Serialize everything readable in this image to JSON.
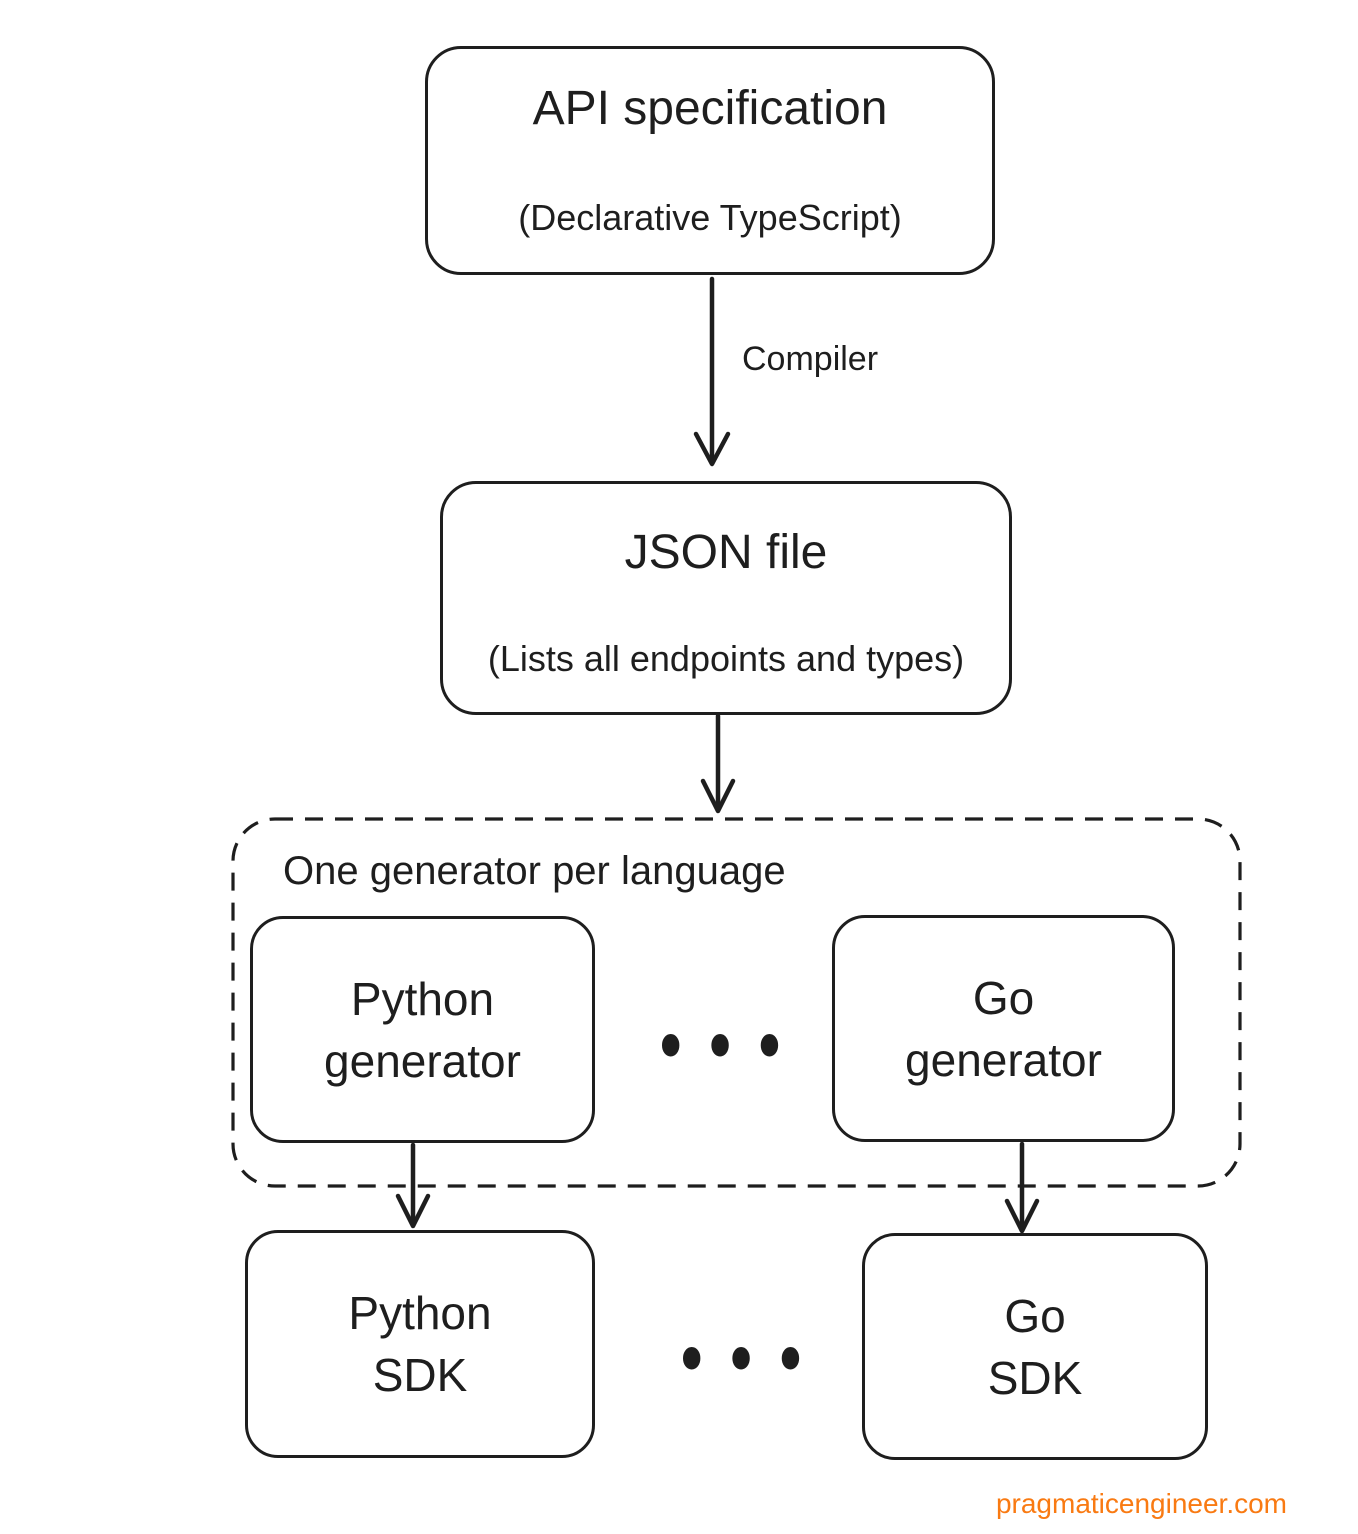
{
  "diagram": {
    "nodes": {
      "api_spec": {
        "title": "API specification",
        "subtitle": "(Declarative TypeScript)"
      },
      "json_file": {
        "title": "JSON file",
        "subtitle": "(Lists all endpoints and types)"
      },
      "python_generator": {
        "line1": "Python",
        "line2": "generator"
      },
      "go_generator": {
        "line1": "Go",
        "line2": "generator"
      },
      "python_sdk": {
        "line1": "Python",
        "line2": "SDK"
      },
      "go_sdk": {
        "line1": "Go",
        "line2": "SDK"
      }
    },
    "group": {
      "label": "One generator per language"
    },
    "arrows": {
      "compiler_label": "Compiler"
    },
    "ellipsis": "•••",
    "colors": {
      "stroke": "#1e1e1e",
      "background": "#ffffff",
      "watermark": "#f97a12"
    }
  },
  "footer": {
    "watermark_text": "pragmaticengineer.com"
  }
}
